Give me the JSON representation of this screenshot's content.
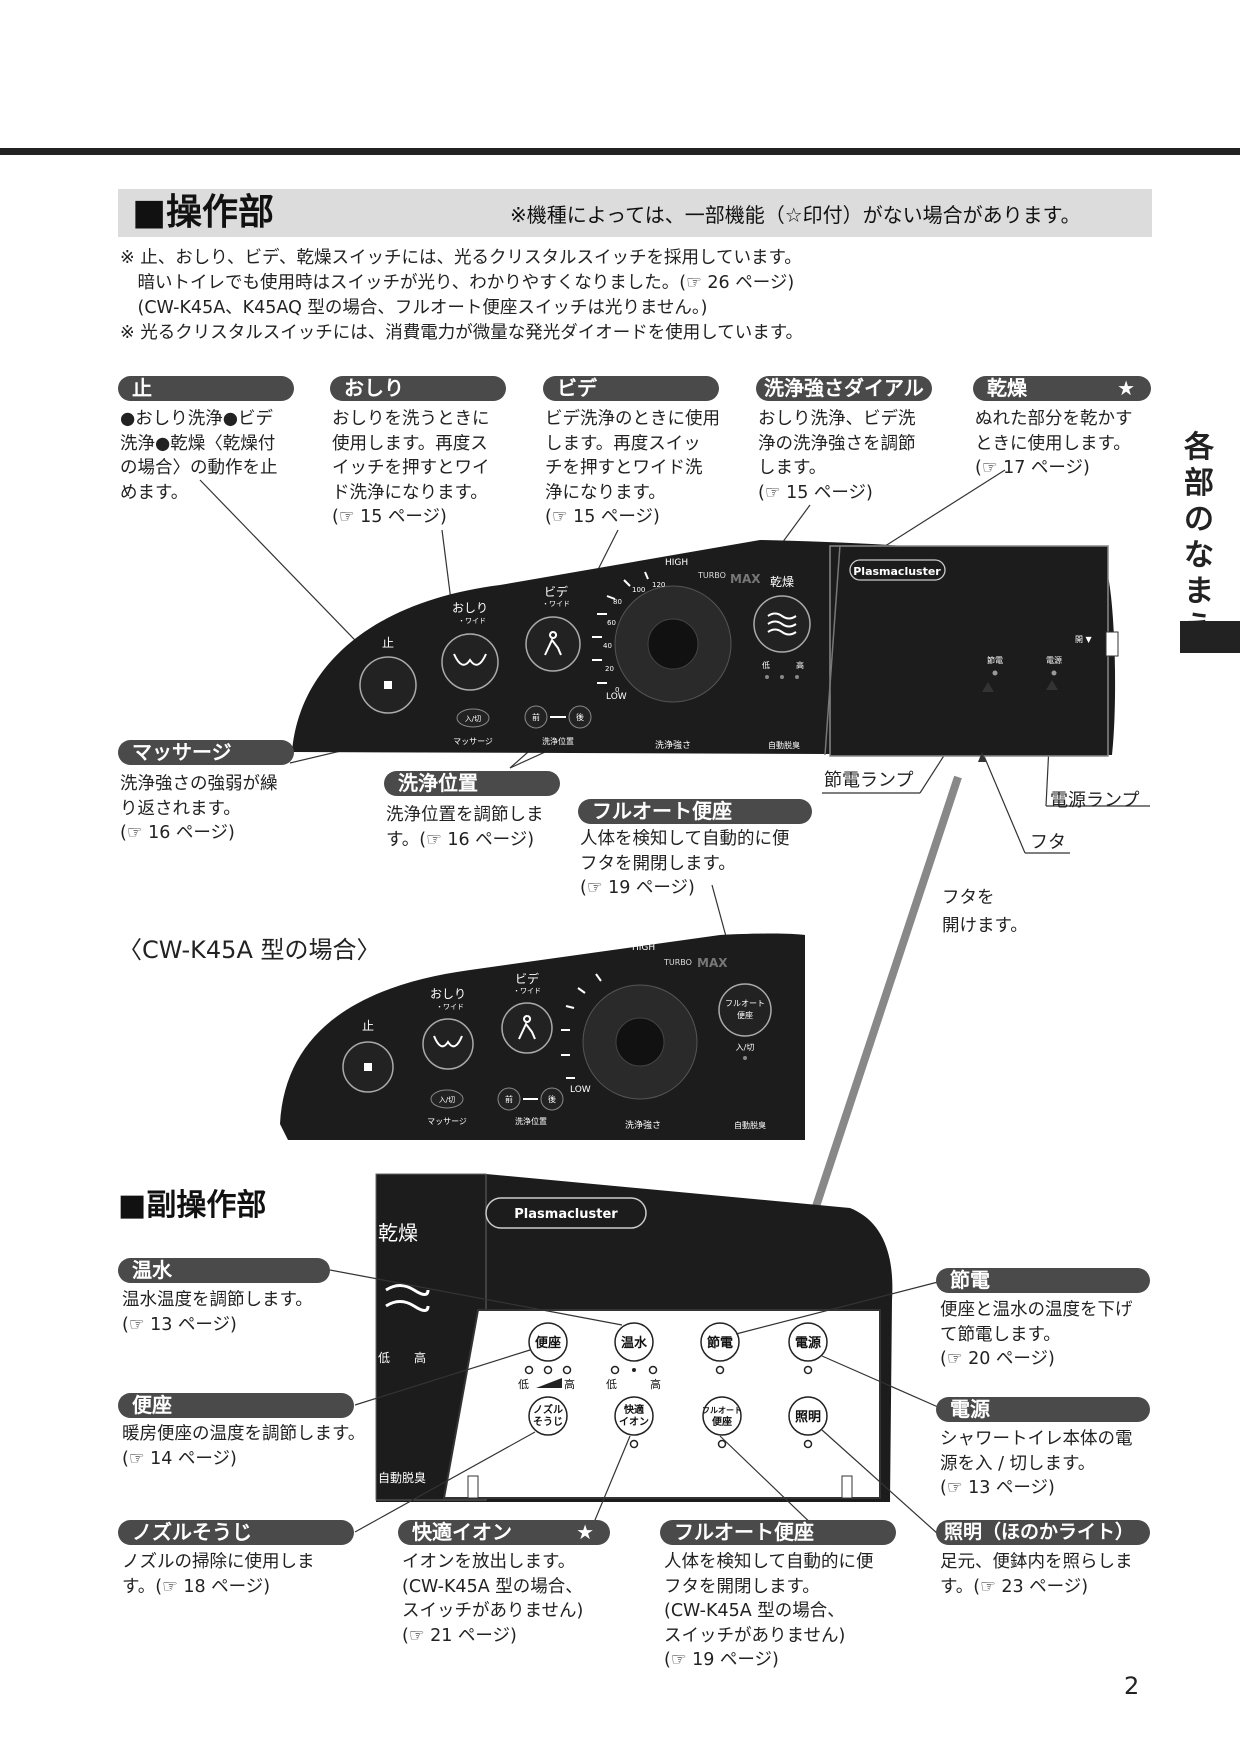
{
  "section": {
    "title": "■操作部",
    "note": "※機種によっては、一部機能（☆印付）がない場合があります。"
  },
  "intro_lines": "※ 止、おしり、ビデ、乾燥スイッチには、光るクリスタルスイッチを採用しています。\n　暗いトイレでも使用時はスイッチが光り、わかりやすくなりました。(☞ 26 ページ)\n　(CW-K45A、K45AQ 型の場合、フルオート便座スイッチは光りません。)\n※ 光るクリスタルスイッチには、消費電力が微量な発光ダイオードを使用しています。",
  "side_tab": "各部のなまえ",
  "top_labels": [
    {
      "title": "止",
      "star": "",
      "desc": "●おしり洗浄●ビデ\n洗浄●乾燥〈乾燥付\nの場合〉の動作を止\nめます。"
    },
    {
      "title": "おしり",
      "star": "",
      "desc": "おしりを洗うときに\n使用します。再度ス\nイッチを押すとワイ\nド洗浄になります。\n(☞ 15 ページ)"
    },
    {
      "title": "ビデ",
      "star": "",
      "desc": "ビデ洗浄のときに使用\nします。再度スイッ\nチを押すとワイド洗\n浄になります。\n(☞ 15 ページ)"
    },
    {
      "title": "洗浄強さダイアル",
      "star": "",
      "desc": "おしり洗浄、ビデ洗\n浄の洗浄強さを調節\nします。\n(☞ 15 ページ)"
    },
    {
      "title": "乾燥",
      "star": "★",
      "desc": "ぬれた部分を乾かす\nときに使用します。\n(☞ 17 ページ)"
    }
  ],
  "mid_labels": [
    {
      "title": "マッサージ",
      "desc": "洗浄強さの強弱が繰\nり返されます。\n(☞ 16 ページ)"
    },
    {
      "title": "洗浄位置",
      "desc": "洗浄位置を調節しま\nす。(☞ 16 ページ)"
    },
    {
      "title": "フルオート便座",
      "desc": "人体を検知して自動的に便\nフタを開閉します。\n(☞ 19 ページ)"
    }
  ],
  "callouts": {
    "setsuden_lamp": "節電ランプ",
    "dengen_lamp": "電源ランプ",
    "futa": "フタ",
    "futa_open": "フタを\n開けます。"
  },
  "panel": {
    "plasmacluster": "Plasmacluster",
    "high": "HIGH",
    "low": "LOW",
    "max": "MAX",
    "turbo": "TURBO",
    "stop": "止",
    "oshiri": "おしり",
    "wide": "・ワイド",
    "bidet": "ビデ",
    "kanso": "乾燥",
    "tei": "低",
    "kou": "高",
    "setsuden": "節電",
    "dengen": "電源",
    "open": "開 ▼",
    "massage_onoff": "入/切",
    "massage": "マッサージ",
    "front": "前",
    "back": "後",
    "position": "洗浄位置",
    "strength": "洗浄強さ",
    "deodorize": "自動脱臭",
    "fullauto": "フルオート\n便座",
    "onoff": "入/切",
    "ticks": [
      "0",
      "20",
      "40",
      "60",
      "80",
      "100",
      "120"
    ]
  },
  "model_title": "〈CW-K45A 型の場合〉",
  "sub_section": {
    "title": "■副操作部",
    "kanso": "乾燥",
    "tei": "低",
    "kou": "高",
    "deodorize": "自動脱臭",
    "plasmacluster": "Plasmacluster",
    "buttons": [
      "便座",
      "温水",
      "節電",
      "電源",
      "ノズル\nそうじ",
      "快適\nイオン",
      "フルオート\n便座",
      "照明"
    ],
    "low": "低",
    "high": "高"
  },
  "sub_left": [
    {
      "title": "温水",
      "desc": "温水温度を調節します。\n(☞ 13 ページ)"
    },
    {
      "title": "便座",
      "desc": "暖房便座の温度を調節します。\n(☞ 14 ページ)"
    }
  ],
  "sub_right": [
    {
      "title": "節電",
      "desc": "便座と温水の温度を下げ\nて節電します。\n(☞ 20 ページ)"
    },
    {
      "title": "電源",
      "desc": "シャワートイレ本体の電\n源を入 / 切します。\n(☞ 13 ページ)"
    }
  ],
  "bottom_labels": [
    {
      "title": "ノズルそうじ",
      "star": "",
      "desc": "ノズルの掃除に使用しま\nす。(☞ 18 ページ)"
    },
    {
      "title": "快適イオン",
      "star": "★",
      "desc": "イオンを放出します。\n(CW-K45A 型の場合、\nスイッチがありません)\n(☞ 21 ページ)"
    },
    {
      "title": "フルオート便座",
      "star": "",
      "desc": "人体を検知して自動的に便\nフタを開閉します。\n(CW-K45A 型の場合、\nスイッチがありません)\n(☞ 19 ページ)"
    },
    {
      "title": "照明（ほのかライト）",
      "star": "",
      "desc": "足元、便鉢内を照らしま\nす。(☞ 23 ページ)"
    }
  ],
  "page_number": "2"
}
